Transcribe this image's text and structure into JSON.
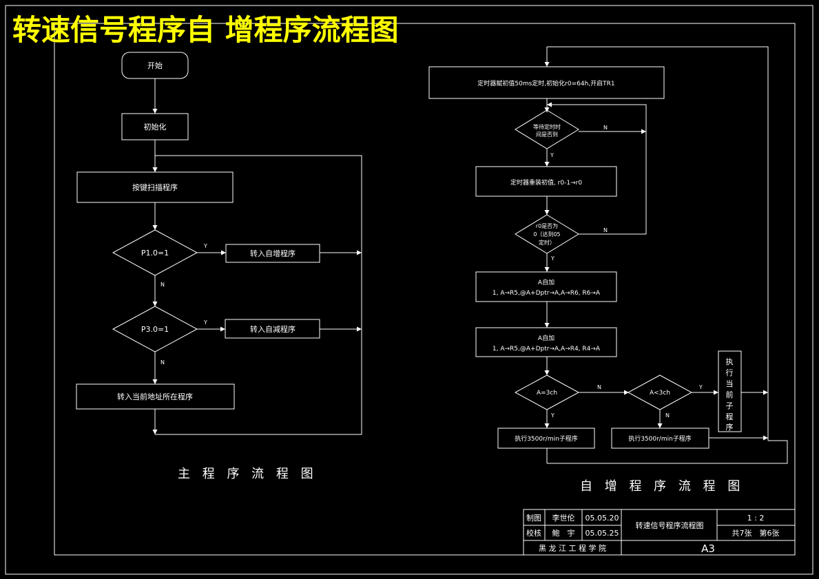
{
  "title": "转速信号程序自 增程序流程图",
  "main_flow": {
    "caption": "主 程 序 流 程 图",
    "start": "开始",
    "init": "初始化",
    "scan": "按键扫描程序",
    "cond1": "P1.0=1",
    "go_inc": "转入自增程序",
    "cond2": "P3.0=1",
    "go_dec": "转入自减程序",
    "go_current": "转入当前地址所在程序"
  },
  "inc_flow": {
    "caption": "自 增 程 序 流 程 图",
    "timer_init": "定时器赋初值50ms定时,初始化r0=64h,开启TR1",
    "wait_l1": "等待定时时",
    "wait_l2": "间是否到",
    "reload": "定时器重装初值, r0-1→r0",
    "r0_l1": "r0是否为",
    "r0_l2": "0（达到05",
    "r0_l3": "定时）",
    "a_inc1_l1": "A自加",
    "a_inc1_l2": "1, A→R5,@A+Dptr→A,A→R6, R6→A",
    "a_inc2_l1": "A自加",
    "a_inc2_l2": "1, A→R5,@A+Dptr→A,A→R4, R4→A",
    "cmp_eq": "A=3ch",
    "cmp_lt": "A<3ch",
    "exec_cur": [
      "执",
      "行",
      "当",
      "前",
      "子",
      "程",
      "序"
    ],
    "exec1": "执行3500r/min子程序",
    "exec2": "执行3500r/min子程序"
  },
  "flags": {
    "yes": "Y",
    "no": "N"
  },
  "title_block": {
    "drawn_label": "制图",
    "drawn_name": "李世伦",
    "drawn_date": "05.05.20",
    "check_label": "校核",
    "check_name": "鲍　宇",
    "check_date": "05.05.25",
    "drawing_name": "转速信号程序流程图",
    "scale": "1 : 2",
    "sheets": "共7张　第6张",
    "school": "黑 龙 江 工 程 学 院",
    "size": "A3"
  }
}
